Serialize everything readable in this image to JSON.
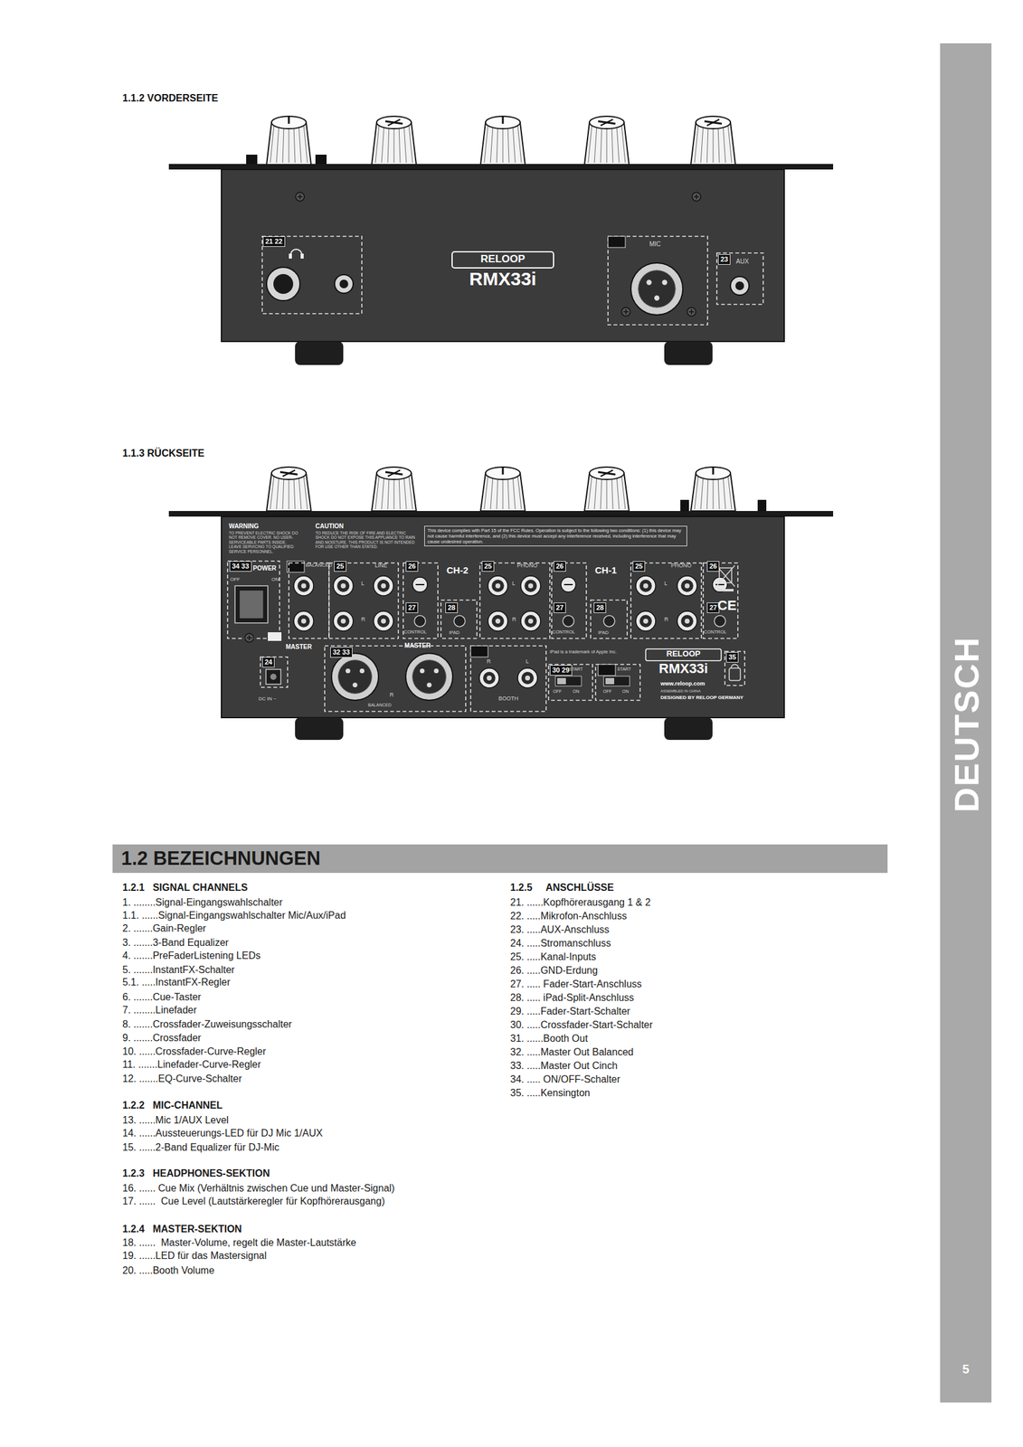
{
  "diagram": {
    "nodes": [
      {
        "text": [
          "This device complies with Part 15 of the FCC Rules. Operation is subject to the following two conditions: (1) this device may not cause harmful interference, and (2) this device must accept any interference received, including interference that may cause undesired operation."
        ]
      },
      {
        "text": [
          "1.2 BEZEICHNUNGEN"
        ]
      },
      {
        "text": [
          "DEUTSCH",
          "5"
        ]
      }
    ],
    "edges": [],
    "labels": [
      "1.1.2 VORDERSEITE",
      "21 22",
      "MIC",
      "23",
      "AUX",
      "RELOOP",
      "RMX33i",
      "1.1.3 RÜCKSEITE",
      "WARNING",
      "TO PREVENT ELECTRIC SHOCK DO NOT REMOVE COVER. NO USER-SERVICEABLE PARTS INSIDE. LEAVE SERVICING TO QUALIFIED SERVICE PERSONNEL.",
      "CAUTION",
      "TO REDUCE THE RISK OF FIRE AND ELECTRIC SHOCK DO NOT EXPOSE THIS APPLIANCE TO RAIN AND MOISTURE. THIS PRODUCT IS NOT INTENDED FOR USE OTHER THAN STATED.",
      "34 33",
      "POWER",
      "OFF",
      "ON",
      "BALANCED",
      "25",
      "LINE",
      "L",
      "R",
      "26",
      "27",
      "CONTROL",
      "CH-2",
      "28",
      "IPAD",
      "25",
      "PHONO",
      "L",
      "R",
      "26",
      "27",
      "CONTROL",
      "CH-1",
      "28",
      "IPAD",
      "25",
      "PHONO",
      "L",
      "R",
      "26",
      "27",
      "CONTROL",
      "CE",
      "MASTER",
      "32 33",
      "MASTER",
      "24",
      "DC IN ~",
      "R",
      "BALANCED",
      "R",
      "L",
      "BOOTH",
      "iPad is a trademark of Apple Inc.",
      "30 29",
      "START",
      "OFF",
      "ON",
      "START",
      "OFF",
      "ON",
      "RELOOP",
      "RMX33i",
      "35",
      "www.reloop.com",
      "ASSEMBLED IN CHINA",
      "DESIGNED BY RELOOP GERMANY",
      "1.2.1   SIGNAL CHANNELS",
      "1. ........Signal-Eingangswahlschalter",
      "1.1. ......Signal-Eingangswahlschalter Mic/Aux/iPad",
      "2. .......Gain-Regler",
      "3. .......3-Band Equalizer",
      "4. .......PreFaderListening LEDs",
      "5. .......InstantFX-Schalter",
      "5.1. .....InstantFX-Regler",
      "6. .......Cue-Taster",
      "7. ........Linefader",
      "8. .......Crossfader-Zuweisungsschalter",
      "9. .......Crossfader",
      "10. ......Crossfader-Curve-Regler",
      "11. .......Linefader-Curve-Regler",
      "12. .......EQ-Curve-Schalter",
      "1.2.2   MIC-CHANNEL",
      "13. ......Mic 1/AUX Level",
      "14. ......Aussteuerungs-LED für DJ Mic 1/AUX",
      "15. ......2-Band Equalizer für DJ-Mic",
      "1.2.3   HEADPHONES-SEKTION",
      "16. ...... Cue Mix (Verhältnis zwischen Cue und Master-Signal)",
      "17. ......  Cue Level (Lautstärkeregler für Kopfhörerausgang)",
      "1.2.4   MASTER-SEKTION",
      "18. ......  Master-Volume, regelt die Master-Lautstärke",
      "19. ......LED für das Mastersignal",
      "20. .....Booth Volume",
      "1.2.5     ANSCHLÜSSE",
      "21. ......Kopfhörerausgang 1 & 2",
      "22. .....Mikrofon-Anschluss",
      "23. .....AUX-Anschluss",
      "24. .....Stromanschluss",
      "25. .....Kanal-Inputs",
      "26. .....GND-Erdung",
      "27. ..... Fader-Start-Anschluss",
      "28. ..... iPad-Split-Anschluss",
      "29. .....Fader-Start-Schalter",
      "30. .....Crossfader-Start-Schalter",
      "31. ......Booth Out",
      "32. .....Master Out Balanced",
      "33. .....Master Out Cinch",
      "34. ..... ON/OFF-Schalter",
      "35. .....Kensington"
    ]
  }
}
